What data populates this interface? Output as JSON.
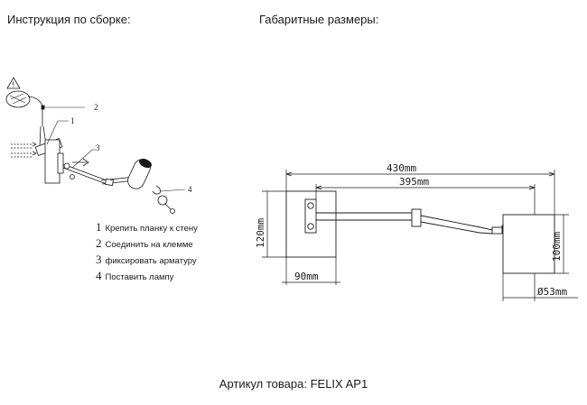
{
  "headings": {
    "assembly": "Инструкция по сборке:",
    "dimensions": "Габаритные размеры:"
  },
  "steps": [
    {
      "num": "1",
      "text": "Крепить планку к стену"
    },
    {
      "num": "2",
      "text": "Соединить на клемме"
    },
    {
      "num": "3",
      "text": "фиксировать арматуру"
    },
    {
      "num": "4",
      "text": "Поставить лампу"
    }
  ],
  "callouts": [
    "1",
    "2",
    "3",
    "4"
  ],
  "dimensions": {
    "overall": "430mm",
    "arm": "395mm",
    "base_height": "120mm",
    "base_width": "90mm",
    "shade_height": "100mm",
    "shade_diameter": "Ø53mm"
  },
  "footer": {
    "article": "Артикул товара: FELIX AP1"
  }
}
